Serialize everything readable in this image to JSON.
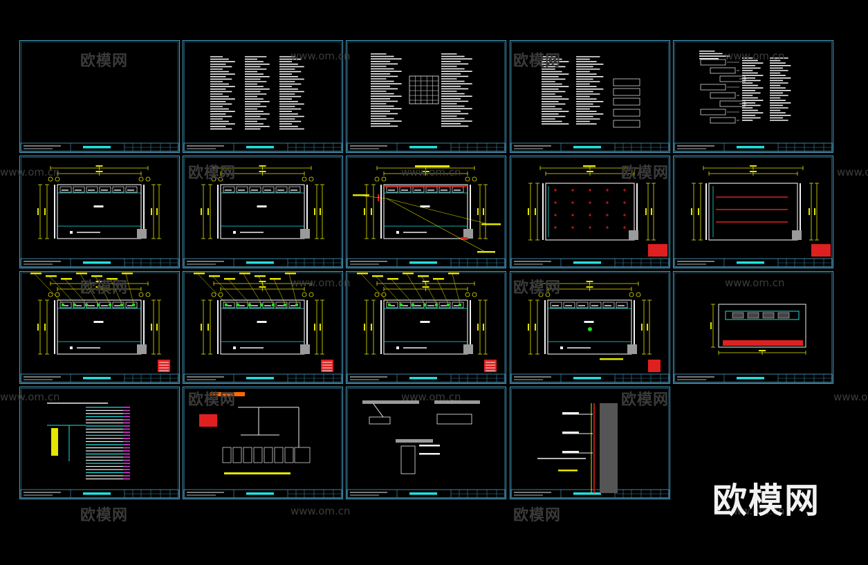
{
  "watermark": {
    "text_cn": "欧模网",
    "text_url": "www.om.cn"
  },
  "brand_logo": {
    "text": "欧模网"
  },
  "colors": {
    "background": "#000000",
    "frame": "#4aa3c8",
    "cyan": "#22e0e0",
    "yellow": "#e6e600",
    "red": "#e02020",
    "white": "#f2f2f2",
    "green": "#22dd22",
    "magenta": "#e040e0",
    "orange": "#ff6a00",
    "gray": "#9a9a9a"
  },
  "sheets": [
    {
      "id": "s1",
      "row": 0,
      "col": 0,
      "type": "blank"
    },
    {
      "id": "s2",
      "row": 0,
      "col": 1,
      "type": "notes2"
    },
    {
      "id": "s3",
      "row": 0,
      "col": 2,
      "type": "notes-table"
    },
    {
      "id": "s4",
      "row": 0,
      "col": 3,
      "type": "notes-boxes"
    },
    {
      "id": "s5",
      "row": 0,
      "col": 4,
      "type": "tree"
    },
    {
      "id": "s6",
      "row": 1,
      "col": 0,
      "type": "elevation"
    },
    {
      "id": "s7",
      "row": 1,
      "col": 1,
      "type": "elevation"
    },
    {
      "id": "s8",
      "row": 1,
      "col": 2,
      "type": "elevation-red"
    },
    {
      "id": "s9",
      "row": 1,
      "col": 3,
      "type": "ceiling-grid"
    },
    {
      "id": "s10",
      "row": 1,
      "col": 4,
      "type": "ceiling-lines"
    },
    {
      "id": "s11",
      "row": 2,
      "col": 0,
      "type": "elevation-tags"
    },
    {
      "id": "s12",
      "row": 2,
      "col": 1,
      "type": "elevation-tags"
    },
    {
      "id": "s13",
      "row": 2,
      "col": 2,
      "type": "elevation-tags"
    },
    {
      "id": "s14",
      "row": 2,
      "col": 3,
      "type": "elevation-plain"
    },
    {
      "id": "s15",
      "row": 2,
      "col": 4,
      "type": "section-view"
    },
    {
      "id": "s16",
      "row": 3,
      "col": 0,
      "type": "electrical-system"
    },
    {
      "id": "s17",
      "row": 3,
      "col": 1,
      "type": "riser-diagram"
    },
    {
      "id": "s18",
      "row": 3,
      "col": 2,
      "type": "details"
    },
    {
      "id": "s19",
      "row": 3,
      "col": 3,
      "type": "wall-detail"
    }
  ]
}
